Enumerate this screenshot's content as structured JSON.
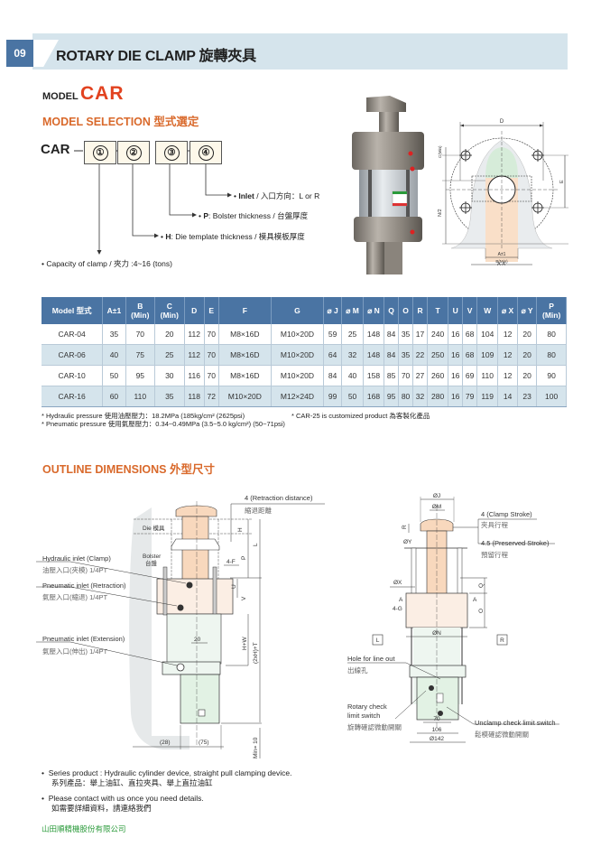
{
  "header": {
    "section_number": "09",
    "title": "ROTARY DIE CLAMP 旋轉夾具"
  },
  "model": {
    "prefix": "MODEL",
    "code": "CAR"
  },
  "model_selection": {
    "title": "MODEL SELECTION 型式選定",
    "code_label": "CAR",
    "slots": [
      "①",
      "②",
      "③",
      "④"
    ],
    "notes": [
      {
        "key": "Inlet",
        "text": " / 入口方向：L or R"
      },
      {
        "key": "P",
        "text": ": Bolster thickness / 台盤厚度"
      },
      {
        "key": "H",
        "text": ": Die template thickness / 模具模板厚度"
      },
      {
        "key": "",
        "text": "Capacity of clamp / 夾力 :4~16 (tons)"
      }
    ]
  },
  "top_diagram": {
    "labels": {
      "D": "D",
      "C": "C(Min)",
      "E": "E",
      "N2": "N/2",
      "A": "A±1",
      "B": "B(Min)",
      "AA": "A-A"
    }
  },
  "spec_table": {
    "headers": [
      "Model 型式",
      "A±1",
      "B\n(Min)",
      "C\n(Min)",
      "D",
      "E",
      "F",
      "G",
      "⌀ J",
      "⌀ M",
      "⌀ N",
      "Q",
      "O",
      "R",
      "T",
      "U",
      "V",
      "W",
      "⌀ X",
      "⌀ Y",
      "P\n(Min)"
    ],
    "rows": [
      [
        "CAR-04",
        "35",
        "70",
        "20",
        "112",
        "70",
        "M8×16D",
        "M10×20D",
        "59",
        "25",
        "148",
        "84",
        "35",
        "17",
        "240",
        "16",
        "68",
        "104",
        "12",
        "20",
        "80"
      ],
      [
        "CAR-06",
        "40",
        "75",
        "25",
        "112",
        "70",
        "M8×16D",
        "M10×20D",
        "64",
        "32",
        "148",
        "84",
        "35",
        "22",
        "250",
        "16",
        "68",
        "109",
        "12",
        "20",
        "80"
      ],
      [
        "CAR-10",
        "50",
        "95",
        "30",
        "116",
        "70",
        "M8×16D",
        "M10×20D",
        "84",
        "40",
        "158",
        "85",
        "70",
        "27",
        "260",
        "16",
        "69",
        "110",
        "12",
        "20",
        "90"
      ],
      [
        "CAR-16",
        "60",
        "110",
        "35",
        "118",
        "72",
        "M10×20D",
        "M12×24D",
        "99",
        "50",
        "168",
        "95",
        "80",
        "32",
        "280",
        "16",
        "79",
        "119",
        "14",
        "23",
        "100"
      ]
    ]
  },
  "pressure_notes": {
    "hydraulic": "* Hydraulic pressure 使用油壓壓力：18.2MPa (185kg/cm² (2625psi)",
    "pneumatic": "* Pneumatic pressure 使用氣壓壓力：0.34~0.49MPa (3.5~5.0 kg/cm²) (50~71psi)",
    "custom": "* CAR-25 is customized product 為客製化產品"
  },
  "outline": {
    "title": "OUTLINE DIMENSIONS 外型尺寸",
    "left": {
      "retraction_en": "4 (Retraction distance)",
      "retraction_cn": "縮退距離",
      "die": "Die 模具",
      "bolster_en": "Bolster",
      "bolster_cn": "台盤",
      "hyd_clamp_en": "Hydraulic inlet (Clamp)",
      "hyd_clamp_cn": "油壓入口(夾模) 1/4PT",
      "pn_retract_en": "Pneumatic inlet (Retraction)",
      "pn_retract_cn": "氣壓入口(縮退) 1/4PT",
      "pn_extend_en": "Pneumatic inlet (Extension)",
      "pn_extend_cn": "氣壓入口(伸出) 1/4PT",
      "dims": {
        "H": "H",
        "P": "P",
        "L": "L",
        "U": "U",
        "V": "V",
        "F4": "4-F",
        "HW": "H+W",
        "HT": "(2xH)+T",
        "d20": "20",
        "d28": "(28)",
        "d75": "(75)",
        "min10": "Min= 10"
      }
    },
    "right": {
      "clamp_stroke_en": "4 (Clamp Stroke)",
      "clamp_stroke_cn": "夾具行程",
      "preserved_en": "4.5 (Preserved Stroke)",
      "preserved_cn": "預留行程",
      "hole_en": "Hole for line out",
      "hole_cn": "出線孔",
      "rotary_en1": "Rotary check",
      "rotary_en2": "limit switch",
      "rotary_cn": "旋轉確認微動開關",
      "unclamp_en": "Unclamp check limit switch",
      "unclamp_cn": "鬆模確認微動開關",
      "dims": {
        "J": "ØJ",
        "M": "ØM",
        "R": "R",
        "Y": "ØY",
        "X": "ØX",
        "Q": "Q",
        "O": "O",
        "A": "A",
        "G4": "4-G",
        "N": "ØN",
        "L": "L",
        "Rs": "R",
        "d70": "70",
        "d106": "106",
        "d142": "Ø142"
      }
    }
  },
  "footer": {
    "bullets": [
      {
        "en": "Series product : Hydraulic cylinder device, straight pull clamping device.",
        "cn": "系列產品：舉上油缸、直拉夾具、舉上直拉油缸"
      },
      {
        "en": "Please contact with us once you need details.",
        "cn": "如需要詳細資料，請連絡我們"
      }
    ],
    "company": "山田順精機股份有限公司"
  }
}
